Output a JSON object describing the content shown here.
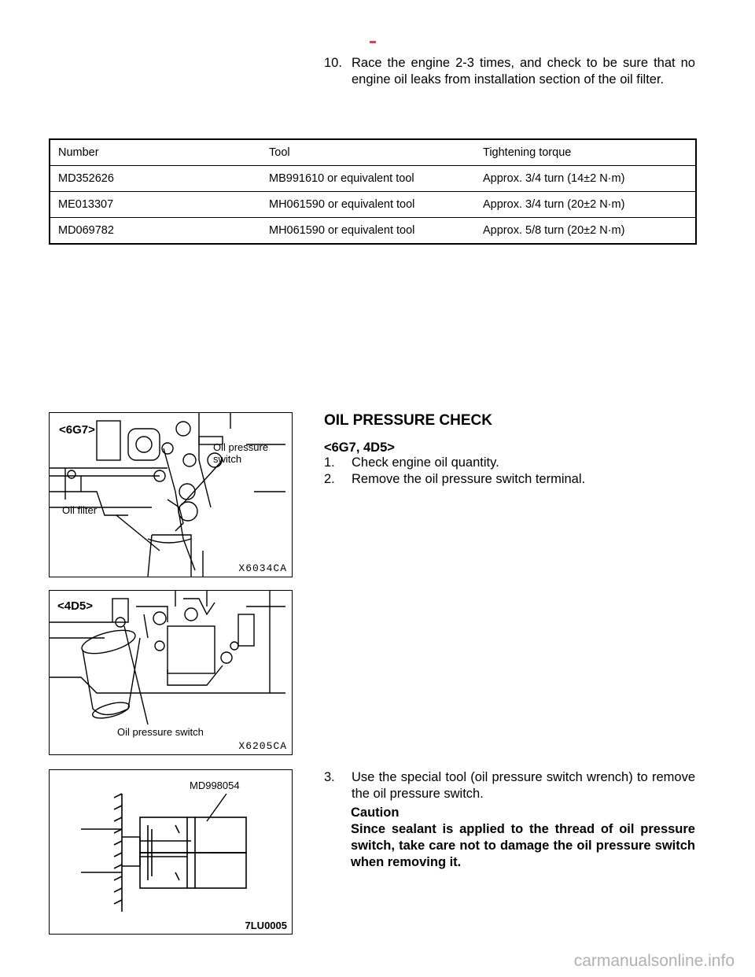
{
  "step10": {
    "number": "10.",
    "text": "Race the engine 2-3 times, and check to be sure that no engine oil leaks from installation section of the oil filter."
  },
  "tools_table": {
    "headers": [
      "Number",
      "Tool",
      "Tightening torque"
    ],
    "rows": [
      [
        "MD352626",
        "MB991610 or equivalent tool",
        "Approx. 3/4 turn (14±2 N·m)"
      ],
      [
        "ME013307",
        "MH061590 or equivalent tool",
        "Approx. 3/4 turn (20±2 N·m)"
      ],
      [
        "MD069782",
        "MH061590 or equivalent tool",
        "Approx. 5/8 turn (20±2 N·m)"
      ]
    ]
  },
  "figures": {
    "fig1": {
      "tag": "<6G7>",
      "label_switch": "Oil pressure switch",
      "label_filter": "Oil filter",
      "code": "X6034CA"
    },
    "fig2": {
      "tag": "<4D5>",
      "label_switch": "Oil pressure switch",
      "code": "X6205CA"
    },
    "fig3": {
      "label_tool": "MD998054",
      "code": "7LU0005"
    }
  },
  "section": {
    "heading": "OIL PRESSURE CHECK",
    "subheading": "<6G7,  4D5>",
    "steps": [
      {
        "number": "1.",
        "text": "Check engine oil quantity."
      },
      {
        "number": "2.",
        "text": "Remove the oil pressure switch terminal."
      },
      {
        "number": "3.",
        "text": "Use the special tool (oil pressure switch wrench) to remove the oil pressure switch."
      }
    ],
    "caution_title": "Caution",
    "caution_text": "Since sealant is applied to the thread of oil pressure switch, take care not to damage the oil pressure switch when removing it."
  },
  "watermark": "carmanualsonline.info"
}
